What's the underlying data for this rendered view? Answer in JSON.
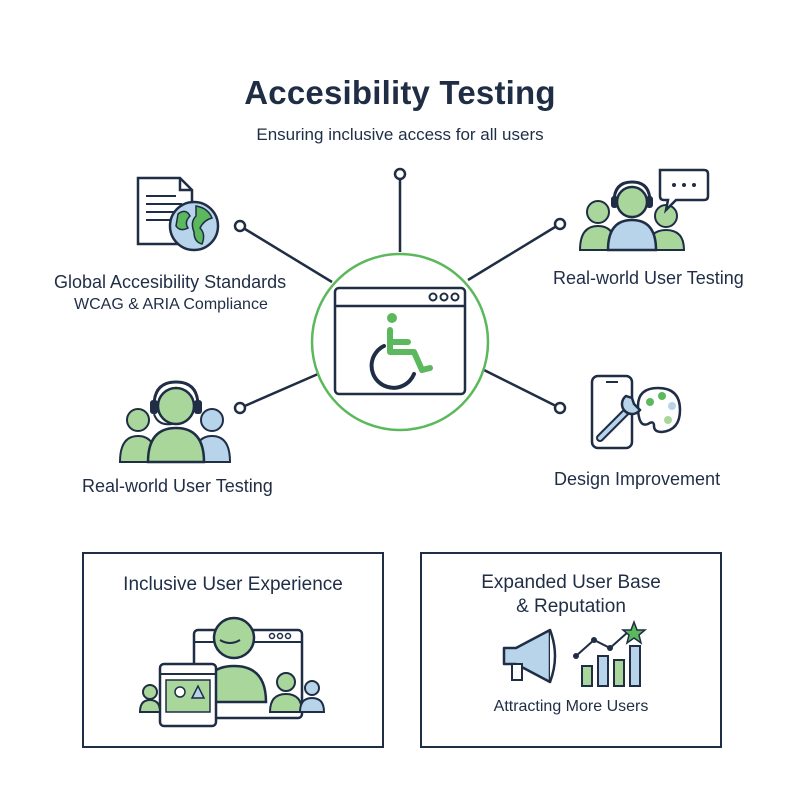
{
  "header": {
    "title": "Accesibility Testing",
    "subtitle": "Ensuring inclusive access for all users"
  },
  "center": {
    "icon": "wheelchair-browser-icon"
  },
  "nodes": {
    "standards": {
      "label": "Global Accesibility Standards",
      "sublabel": "WCAG & ARIA Compliance",
      "icon": "document-globe-icon"
    },
    "user_testing_left": {
      "label": "Real-world User Testing",
      "icon": "headset-users-icon"
    },
    "user_testing_right": {
      "label": "Real-world User Testing",
      "icon": "users-chat-icon"
    },
    "design": {
      "label": "Design Improvement",
      "icon": "phone-tools-icon"
    }
  },
  "boxes": {
    "inclusive": {
      "title": "Inclusive User Experience",
      "icon": "video-call-users-icon"
    },
    "expanded": {
      "title_line1": "Expanded User Base",
      "title_line2": "& Reputation",
      "caption": "Attracting More Users",
      "icon": "megaphone-growth-chart-icon"
    }
  },
  "colors": {
    "navy": "#1f2d45",
    "green": "#5cb85c",
    "light_green": "#a9d79b",
    "light_blue": "#b7d4ea"
  }
}
